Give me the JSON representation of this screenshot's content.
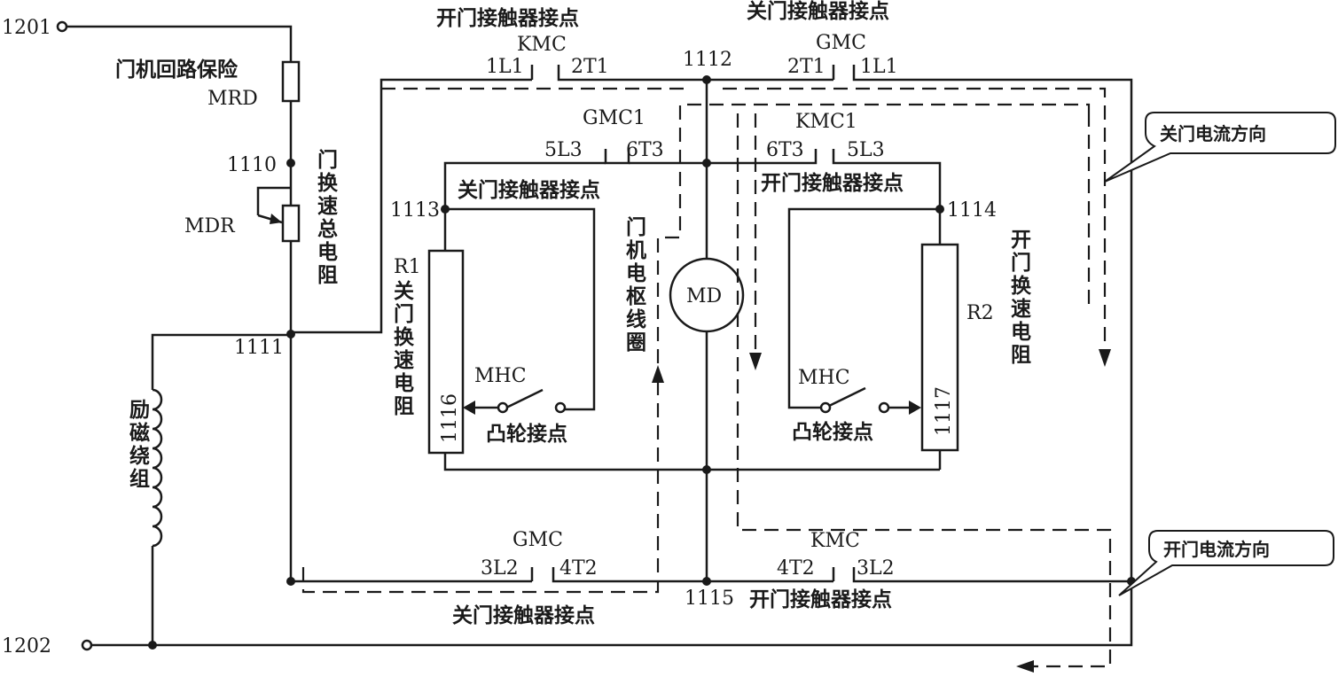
{
  "terminals": {
    "t1201": "1201",
    "t1202": "1202"
  },
  "nodes": {
    "n1110": "1110",
    "n1111": "1111",
    "n1112": "1112",
    "n1113": "1113",
    "n1114": "1114",
    "n1115": "1115",
    "n1116": "1116",
    "n1117": "1117"
  },
  "components": {
    "fuse_name": "门机回路保险",
    "fuse_code": "MRD",
    "mdr_code": "MDR",
    "mdr_name": "门换速总电阻",
    "field_winding": "励磁绕组",
    "motor": "MD",
    "armature": "门机电枢线圈",
    "r1": "R1",
    "r1_name": "关门换速电阻",
    "r2": "R2",
    "r2_name": "开门换速电阻",
    "mhc": "MHC",
    "cam_contact": "凸轮接点"
  },
  "contacts": {
    "open_contactor_contact": "开门接触器接点",
    "close_contactor_contact": "关门接触器接点",
    "kmc": "KMC",
    "gmc": "GMC",
    "gmc1": "GMC1",
    "kmc1": "KMC1",
    "p1L1": "1L1",
    "p2T1": "2T1",
    "p5L3": "5L3",
    "p6T3": "6T3",
    "p3L2": "3L2",
    "p4T2": "4T2"
  },
  "callouts": {
    "close_current": "关门电流方向",
    "open_current": "开门电流方向"
  },
  "colors": {
    "ink": "#1a1a1a",
    "callout_fill": "#ffffff"
  }
}
